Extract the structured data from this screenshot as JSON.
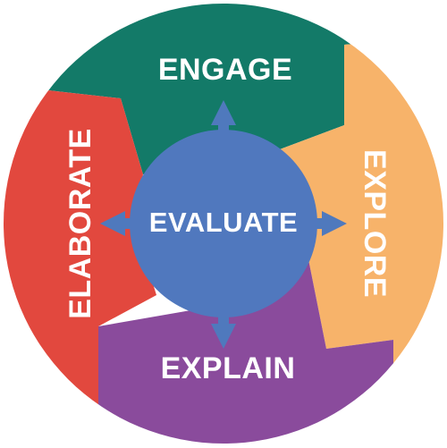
{
  "diagram": {
    "center": {
      "label": "EVALUATE",
      "color": "#5078BE"
    },
    "segments": [
      {
        "id": "engage",
        "label": "ENGAGE",
        "color": "#137A68"
      },
      {
        "id": "explore",
        "label": "EXPLORE",
        "color": "#F7B36A"
      },
      {
        "id": "explain",
        "label": "EXPLAIN",
        "color": "#8A4B9C"
      },
      {
        "id": "elaborate",
        "label": "ELABORATE",
        "color": "#E2483E"
      }
    ],
    "arrows": [
      "up",
      "right",
      "down",
      "left"
    ],
    "arrow_color": "#4F79BD"
  }
}
